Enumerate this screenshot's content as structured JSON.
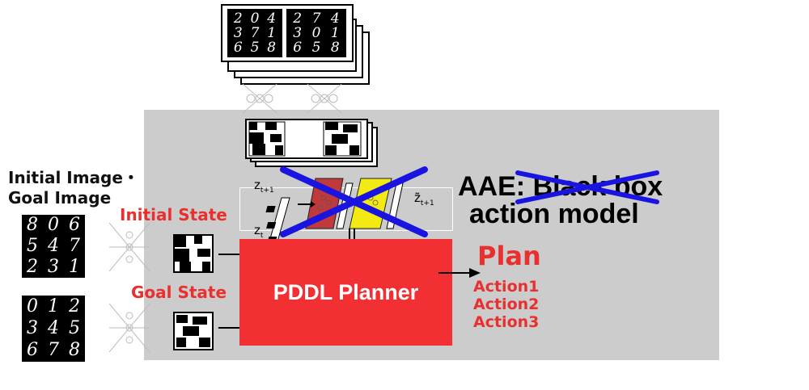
{
  "labels": {
    "initial_goal_image_line1": "Initial Image・",
    "initial_goal_image_line2": "Goal Image",
    "initial_state": "Initial State",
    "goal_state": "Goal State",
    "planner": "PDDL Planner",
    "aae_prefix": "AAE:",
    "aae_struck": "Black box",
    "aae_line2": "action model",
    "plan": "Plan",
    "z_t1": "z",
    "z_t1_sub": "t+1",
    "z_t": "z",
    "z_t_sub": "t",
    "z_tilde": "z̃",
    "z_tilde_sub": "t+1"
  },
  "plan_actions": [
    "Action1",
    "Action2",
    "Action3"
  ],
  "digit_grids": {
    "initial_image": [
      "806",
      "547",
      "231"
    ],
    "goal_image": [
      "012",
      "345",
      "678"
    ],
    "top_left": [
      "204",
      "371",
      "658"
    ],
    "top_right": [
      "274",
      "301",
      "658"
    ]
  },
  "colors": {
    "panel_gray": "#cccccc",
    "planner_red": "#f23034",
    "label_red": "#e8302f",
    "cross_blue": "#1a14e0",
    "action_box_red": "#c0393b",
    "action_box_yellow": "#f4ea13"
  }
}
